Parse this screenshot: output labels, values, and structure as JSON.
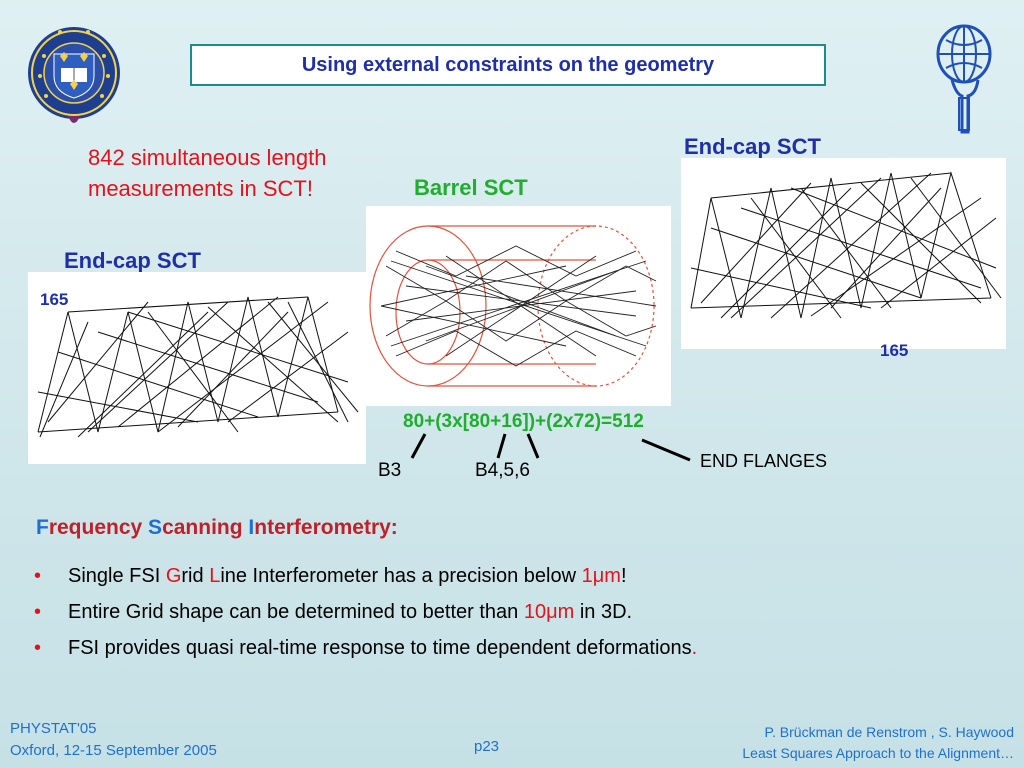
{
  "title": "Using external constraints on the geometry",
  "left_note": [
    "842 simultaneous length",
    "measurements in SCT!"
  ],
  "labels": {
    "endcap_left": "End-cap SCT",
    "barrel": "Barrel SCT",
    "endcap_right": "End-cap SCT",
    "num_left": "165",
    "num_right": "165",
    "formula": "80+(3x[80+16])+(2x72)=512",
    "b3": "B3",
    "b456": "B4,5,6",
    "end_flanges": "END FLANGES"
  },
  "fsi": {
    "heading_parts": [
      {
        "cap": "F",
        "rest": "requency "
      },
      {
        "cap": "S",
        "rest": "canning "
      },
      {
        "cap": "I",
        "rest": "nterferometry:"
      }
    ],
    "bullets": [
      {
        "parts": [
          "Single FSI ",
          "G",
          "rid ",
          "L",
          "ine Interferometer has a precision below ",
          "1μm",
          "!"
        ]
      },
      {
        "parts": [
          "Entire Grid shape can be determined to better than ",
          "10μm",
          " in 3D."
        ]
      },
      {
        "parts": [
          "FSI provides quasi real-time response to time dependent deformations",
          ".",
          ""
        ]
      }
    ]
  },
  "footer": {
    "left_line1": "PHYSTAT'05",
    "left_line2": "Oxford, 12-15 September 2005",
    "page": "p23",
    "right_line1": "P. Brückman de Renstrom , S. Haywood",
    "right_line2": "Least Squares Approach to the Alignment…"
  },
  "logos": {
    "left": "oxford-university-seal",
    "right": "atlas-logo"
  },
  "colors": {
    "title_border": "#1a8c8c",
    "title_text": "#1f2fa8",
    "note_red": "#e8101a",
    "green": "#1fae2e",
    "footer_blue": "#1f6fd0"
  }
}
